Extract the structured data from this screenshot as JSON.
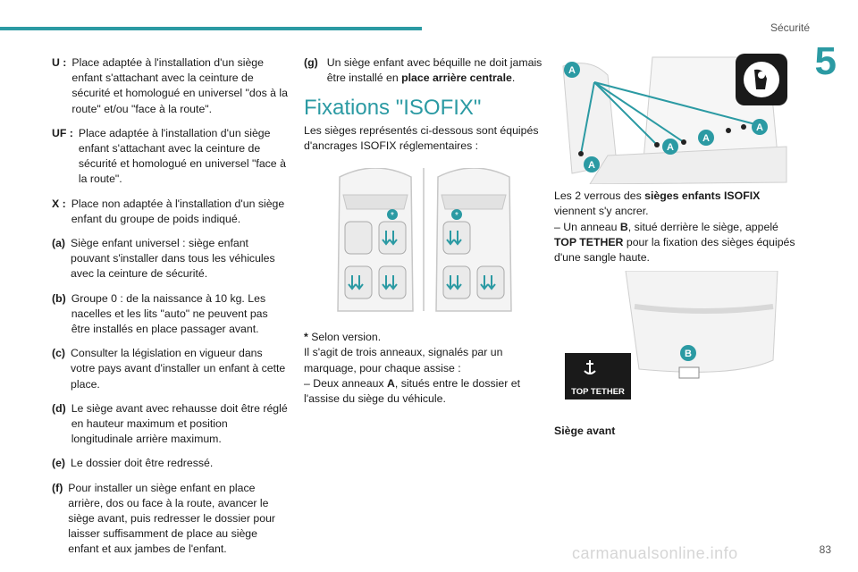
{
  "header": {
    "section": "Sécurité",
    "chapter": "5"
  },
  "footer": {
    "page": "83",
    "watermark": "carmanualsonline.info"
  },
  "definitions": [
    {
      "key": "U :",
      "text": "Place adaptée à l'installation d'un siège enfant s'attachant avec la ceinture de sécurité et homologué en universel \"dos à la route\" et/ou \"face à la route\"."
    },
    {
      "key": "UF :",
      "text": "Place adaptée à l'installation d'un siège enfant s'attachant avec la ceinture de sécurité et homologué en universel \"face à la route\"."
    },
    {
      "key": "X :",
      "text": "Place non adaptée à l'installation d'un siège enfant du groupe de poids indiqué."
    },
    {
      "key": "(a)",
      "text": "Siège enfant universel : siège enfant pouvant s'installer dans tous les véhicules avec la ceinture de sécurité."
    },
    {
      "key": "(b)",
      "text": "Groupe 0 : de la naissance à 10 kg. Les nacelles et les lits \"auto\" ne peuvent pas être installés en place passager avant."
    },
    {
      "key": "(c)",
      "text": "Consulter la législation en vigueur dans votre pays avant d'installer un enfant à cette place."
    },
    {
      "key": "(d)",
      "text": "Le siège avant avec rehausse doit être réglé en hauteur maximum et position longitudinale arrière maximum."
    },
    {
      "key": "(e)",
      "text": "Le dossier doit être redressé."
    },
    {
      "key": "(f)",
      "text": "Pour installer un siège enfant en place arrière, dos ou face à la route, avancer le siège avant, puis redresser le dossier pour laisser suffisamment de place au siège enfant et aux jambes de l'enfant."
    }
  ],
  "middle": {
    "g_key": "(g)",
    "g_text_before": "Un siège enfant avec béquille ne doit jamais être installé en ",
    "g_text_bold": "place arrière centrale",
    "g_text_after": ".",
    "section_title": "Fixations \"ISOFIX\"",
    "intro": "Les sièges représentés ci-dessous sont équipés d'ancrages ISOFIX réglementaires :",
    "asterisk": "*",
    "version_note": " Selon version.",
    "rings_text": "Il s'agit de trois anneaux, signalés par un marquage, pour chaque assise :",
    "dash_a_before": "–  Deux anneaux ",
    "dash_a_bold": "A",
    "dash_a_after": ", situés entre le dossier et l'assise du siège du véhicule.",
    "seat_marker": "*"
  },
  "right": {
    "labels": {
      "a": "A",
      "b": "B"
    },
    "locks_before": "Les 2 verrous des ",
    "locks_bold": "sièges enfants ISOFIX",
    "locks_after": " viennent s'y ancrer.",
    "ring_b_before": "–  Un anneau ",
    "ring_b_bold": "B",
    "ring_b_middle": ", situé derrière le siège, appelé ",
    "ring_b_bold2": "TOP TETHER",
    "ring_b_after": " pour la fixation des sièges équipés d'une sangle haute.",
    "badge_text": "TOP TETHER",
    "caption": "Siège avant"
  },
  "colors": {
    "accent": "#2b9aa3",
    "line": "#c7c7c7",
    "badge": "#1a1a1a"
  }
}
